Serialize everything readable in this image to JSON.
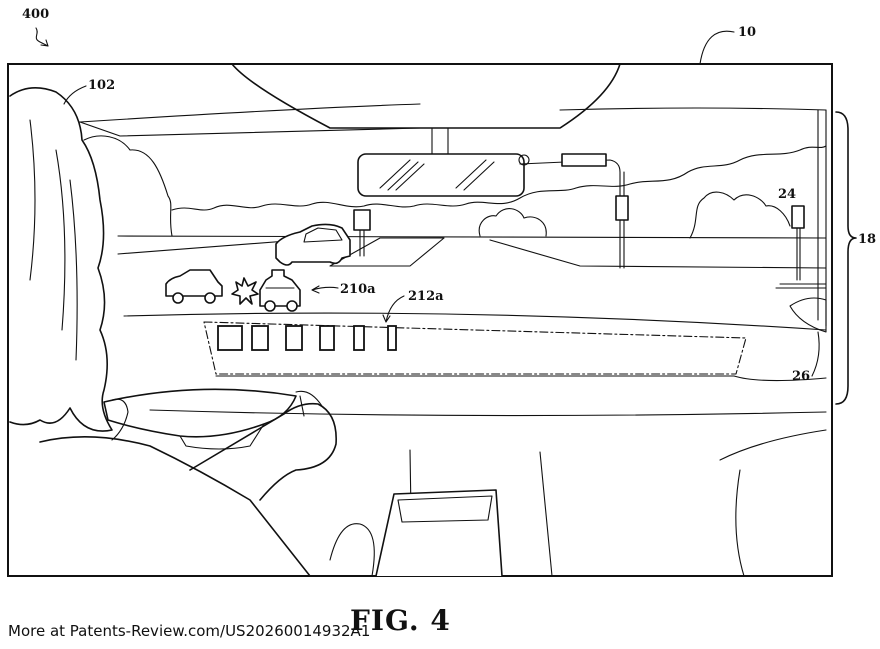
{
  "figure": {
    "caption": "FIG. 4",
    "source_note": "More at Patents-Review.com/US20260014932A1"
  },
  "labels": {
    "fig_ref": "400",
    "vehicle": "10",
    "occupant": "102",
    "windshield_region": "18",
    "traffic_sign": "24",
    "dashboard": "26",
    "alert_icon": "210a",
    "hud_display": "212a"
  },
  "hud": {
    "bar_count": 6
  }
}
